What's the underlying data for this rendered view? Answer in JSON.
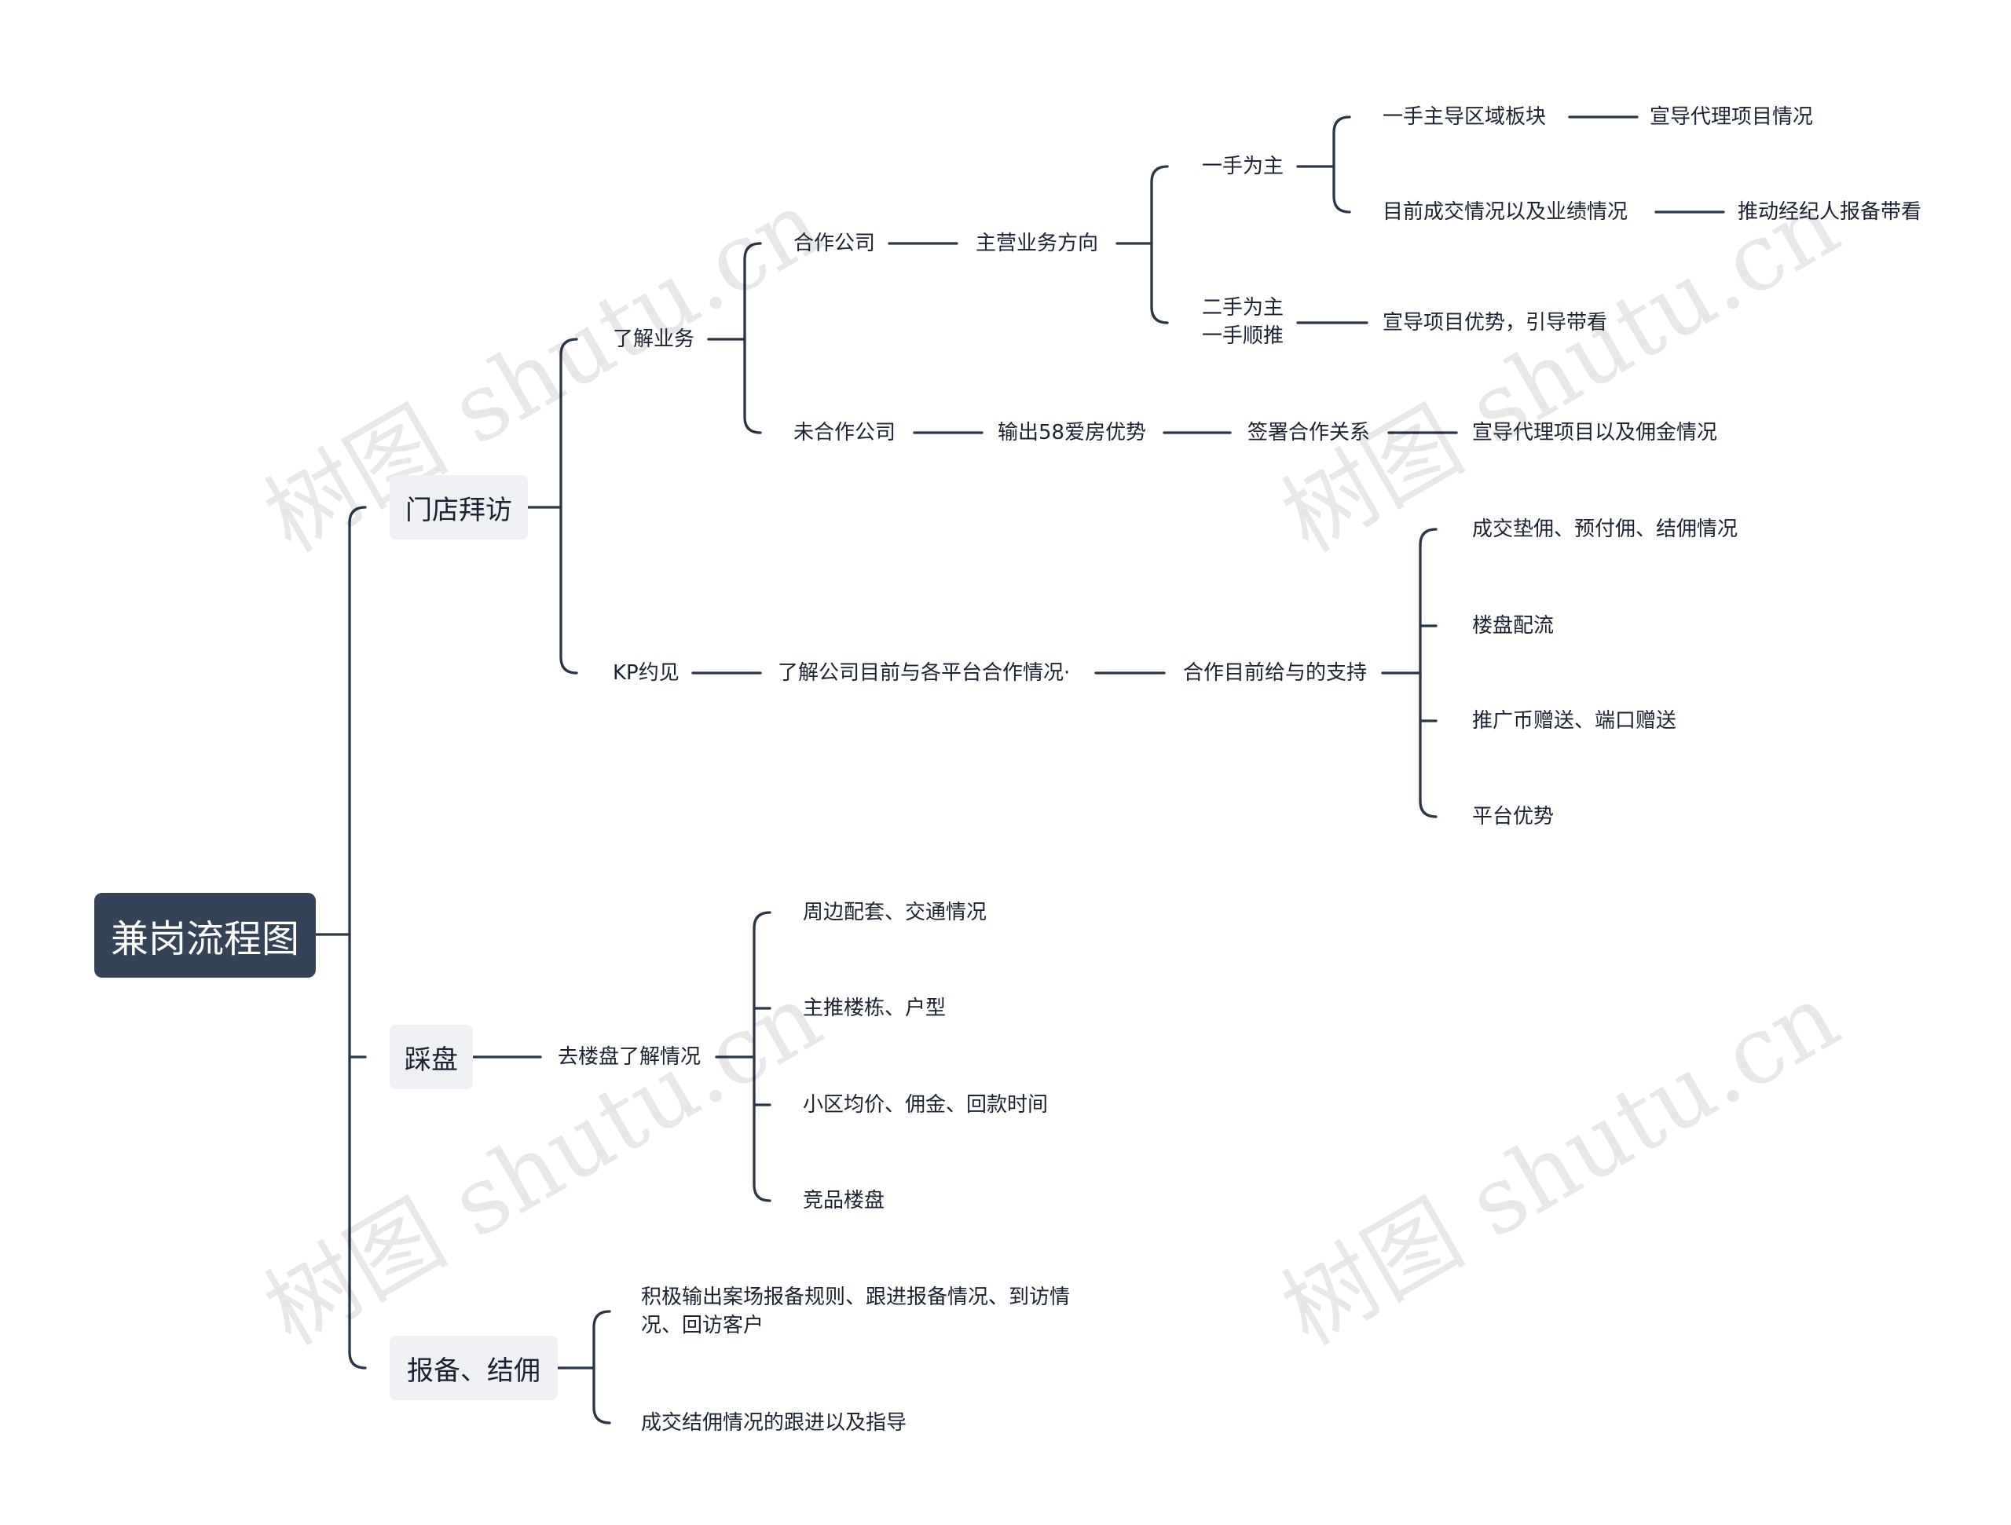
{
  "root": {
    "label": "兼岗流程图"
  },
  "watermark": [
    "树图 shutu.cn",
    "树图 shutu.cn",
    "树图 shutu.cn",
    "树图 shutu.cn"
  ],
  "branches": {
    "store_visit": {
      "label": "门店拜访",
      "understand_business": {
        "label": "了解业务",
        "partner": {
          "label": "合作公司",
          "main_direction": {
            "label": "主营业务方向",
            "primary_focus": {
              "label": "一手为主",
              "region_block": {
                "label": "一手主导区域板块",
                "next": "宣导代理项目情况"
              },
              "current_deals": {
                "label": "目前成交情况以及业绩情况",
                "next": "推动经纪人报备带看"
              }
            },
            "secondary_focus": {
              "label": "二手为主 一手顺推",
              "line1": "二手为主",
              "line2": "一手顺推",
              "next": "宣导项目优势，引导带看"
            }
          }
        },
        "non_partner": {
          "label": "未合作公司",
          "output": "输出58爱房优势",
          "sign": "签署合作关系",
          "promote": "宣导代理项目以及佣金情况"
        }
      },
      "kp_meeting": {
        "label": "KP约见",
        "learn": "了解公司目前与各平台合作情况·",
        "support": {
          "label": "合作目前给与的支持",
          "items": [
            "成交垫佣、预付佣、结佣情况",
            "楼盘配流",
            "推广币赠送、端口赠送",
            "平台优势"
          ]
        }
      }
    },
    "site_visit": {
      "label": "踩盘",
      "goto": {
        "label": "去楼盘了解情况",
        "items": [
          "周边配套、交通情况",
          "主推楼栋、户型",
          "小区均价、佣金、回款时间",
          "竞品楼盘"
        ]
      }
    },
    "report_commission": {
      "label": "报备、结佣",
      "items": [
        "积极输出案场报备规则、跟进报备情况、到访情况、回访客户",
        "成交结佣情况的跟进以及指导"
      ]
    }
  }
}
